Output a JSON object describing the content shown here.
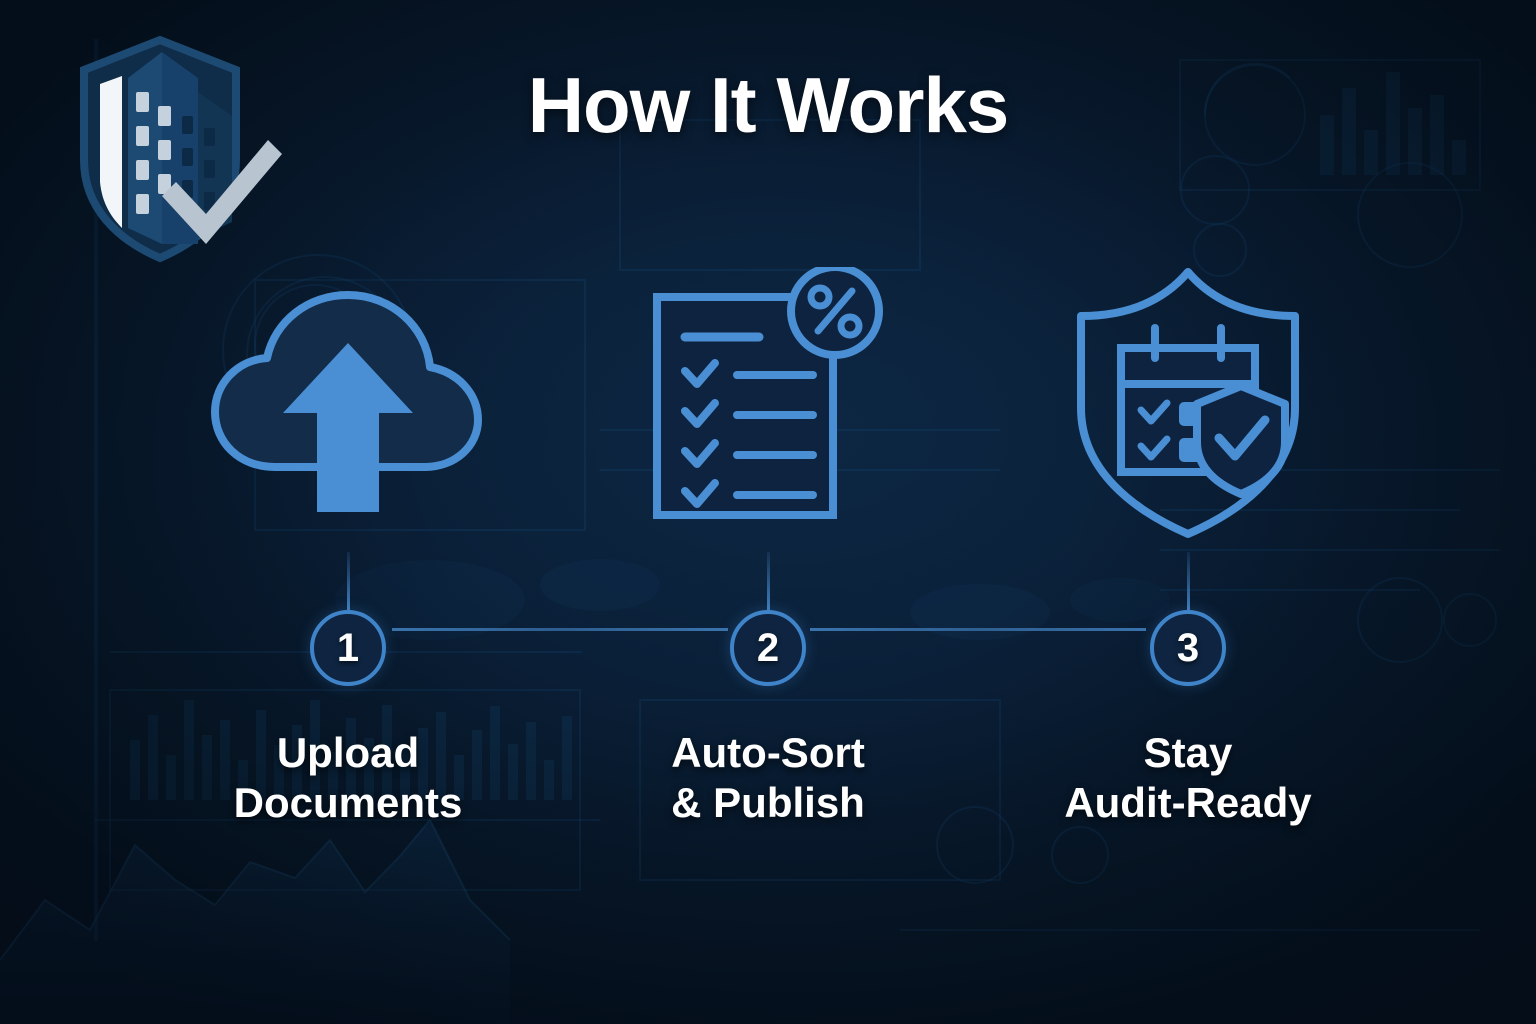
{
  "header": {
    "title": "How It Works",
    "logo_icon": "shield-building-check-logo"
  },
  "theme": {
    "background_navy": "#0a1f37",
    "background_deep": "#05101e",
    "accent_blue": "#4a8fd4",
    "accent_blue_dark": "#3f83c9",
    "icon_fill_navy": "#122c4a",
    "text_white": "#ffffff",
    "logo_shield_blue": "#1d4a72",
    "logo_check_gray": "#b8c4cf"
  },
  "steps": [
    {
      "number": "1",
      "label": "Upload\nDocuments",
      "icon": "cloud-upload-icon",
      "icon_name": "cloud-upload"
    },
    {
      "number": "2",
      "label": "Auto-Sort\n& Publish",
      "icon": "document-checklist-percent-icon",
      "icon_name": "document-checklist",
      "badge_symbol": "%"
    },
    {
      "number": "3",
      "label": "Stay\nAudit-Ready",
      "icon": "shield-calendar-check-icon",
      "icon_name": "shield-calendar-check"
    }
  ],
  "background": {
    "texture": "faint-analytics-dashboard-graphics"
  }
}
